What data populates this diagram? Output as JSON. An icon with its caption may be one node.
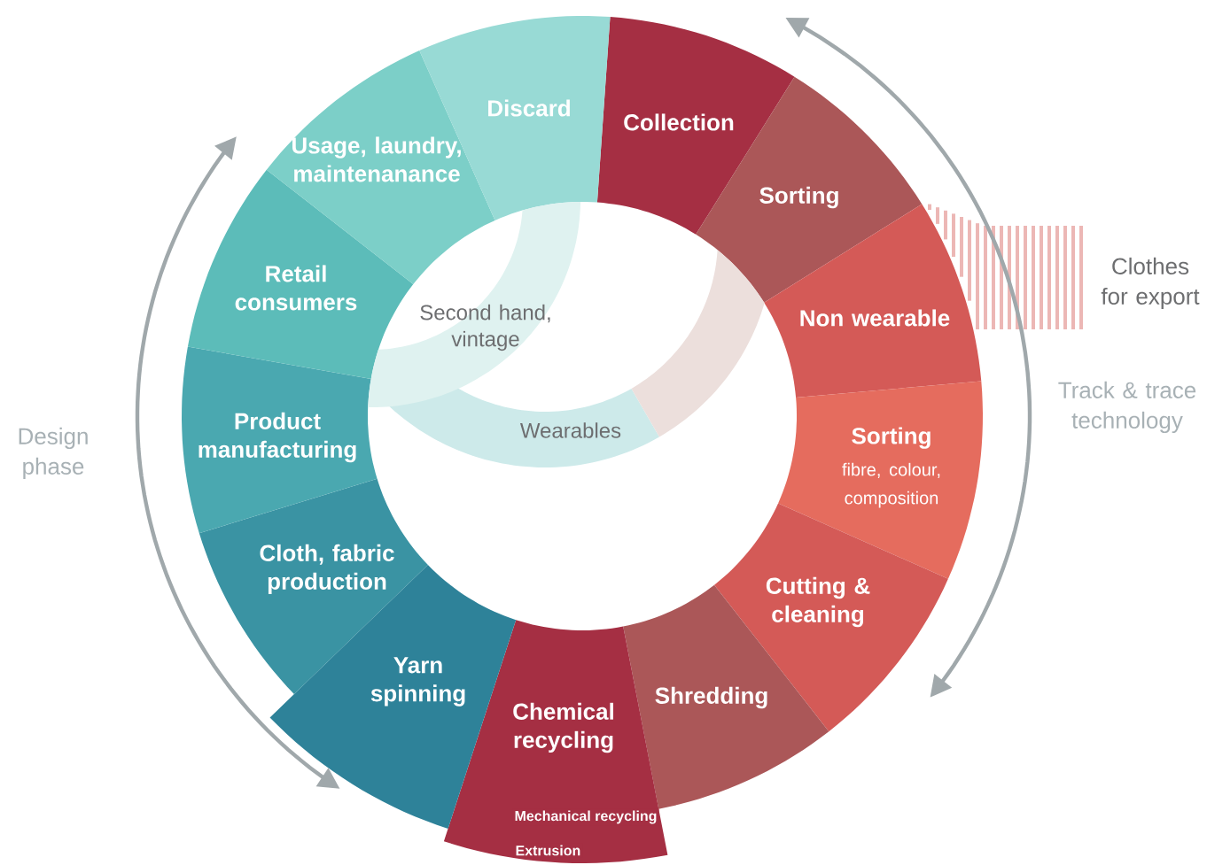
{
  "diagram": {
    "nodes": [
      {
        "text": [
          "Collection"
        ]
      },
      {
        "text": [
          "Sorting"
        ]
      },
      {
        "text": [
          "Non wearable"
        ]
      },
      {
        "text": [
          "Sorting",
          "fibre, colour, composition"
        ]
      },
      {
        "text": [
          "Cutting & cleaning"
        ]
      },
      {
        "text": [
          "Shredding"
        ]
      },
      {
        "text": [
          "Chemical recycling"
        ]
      },
      {
        "text": [
          "Mechanical recycling"
        ],
        "in": 6
      },
      {
        "text": [
          "Extrusion"
        ],
        "in": 6
      },
      {
        "text": [
          "Yarn spinning"
        ]
      },
      {
        "text": [
          "Cloth, fabric production"
        ]
      },
      {
        "text": [
          "Product manufacturing"
        ]
      },
      {
        "text": [
          "Retail consumers"
        ]
      },
      {
        "text": [
          "Usage, laundry, maintenanance"
        ]
      },
      {
        "text": [
          "Discard"
        ]
      },
      {
        "text": [
          "Wearables"
        ]
      },
      {
        "text": [
          "Second hand, vintage"
        ]
      }
    ],
    "labels": [
      "Clothes for export",
      "Track & trace technology",
      "Design phase"
    ]
  }
}
